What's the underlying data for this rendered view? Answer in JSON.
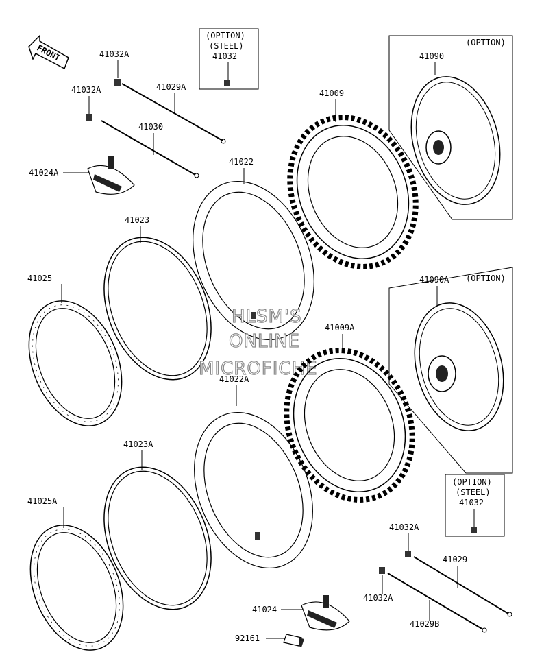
{
  "front_label": "FRONT",
  "labels": {
    "p41032A_1": "41032A",
    "p41032A_2": "41032A",
    "p41029A": "41029A",
    "p41030": "41030",
    "p41024A": "41024A",
    "p41022": "41022",
    "p41023": "41023",
    "p41025": "41025",
    "p41009": "41009",
    "p41090": "41090",
    "p41090A": "41090A",
    "p41009A": "41009A",
    "p41022A": "41022A",
    "p41023A": "41023A",
    "p41025A": "41025A",
    "p41024": "41024",
    "p92161": "92161",
    "p41032A_3": "41032A",
    "p41029": "41029",
    "p41032A_4": "41032A",
    "p41029B": "41029B"
  },
  "option_boxes": {
    "top_steel": {
      "line1": "(OPTION)",
      "line2": "(STEEL)",
      "part": "41032"
    },
    "bottom_steel": {
      "line1": "(OPTION)",
      "line2": "(STEEL)",
      "part": "41032"
    },
    "wheel_a": "(OPTION)",
    "wheel_b": "(OPTION)"
  },
  "watermark": [
    "HLSM'S",
    "ONLINE",
    "MICROFICHE"
  ]
}
